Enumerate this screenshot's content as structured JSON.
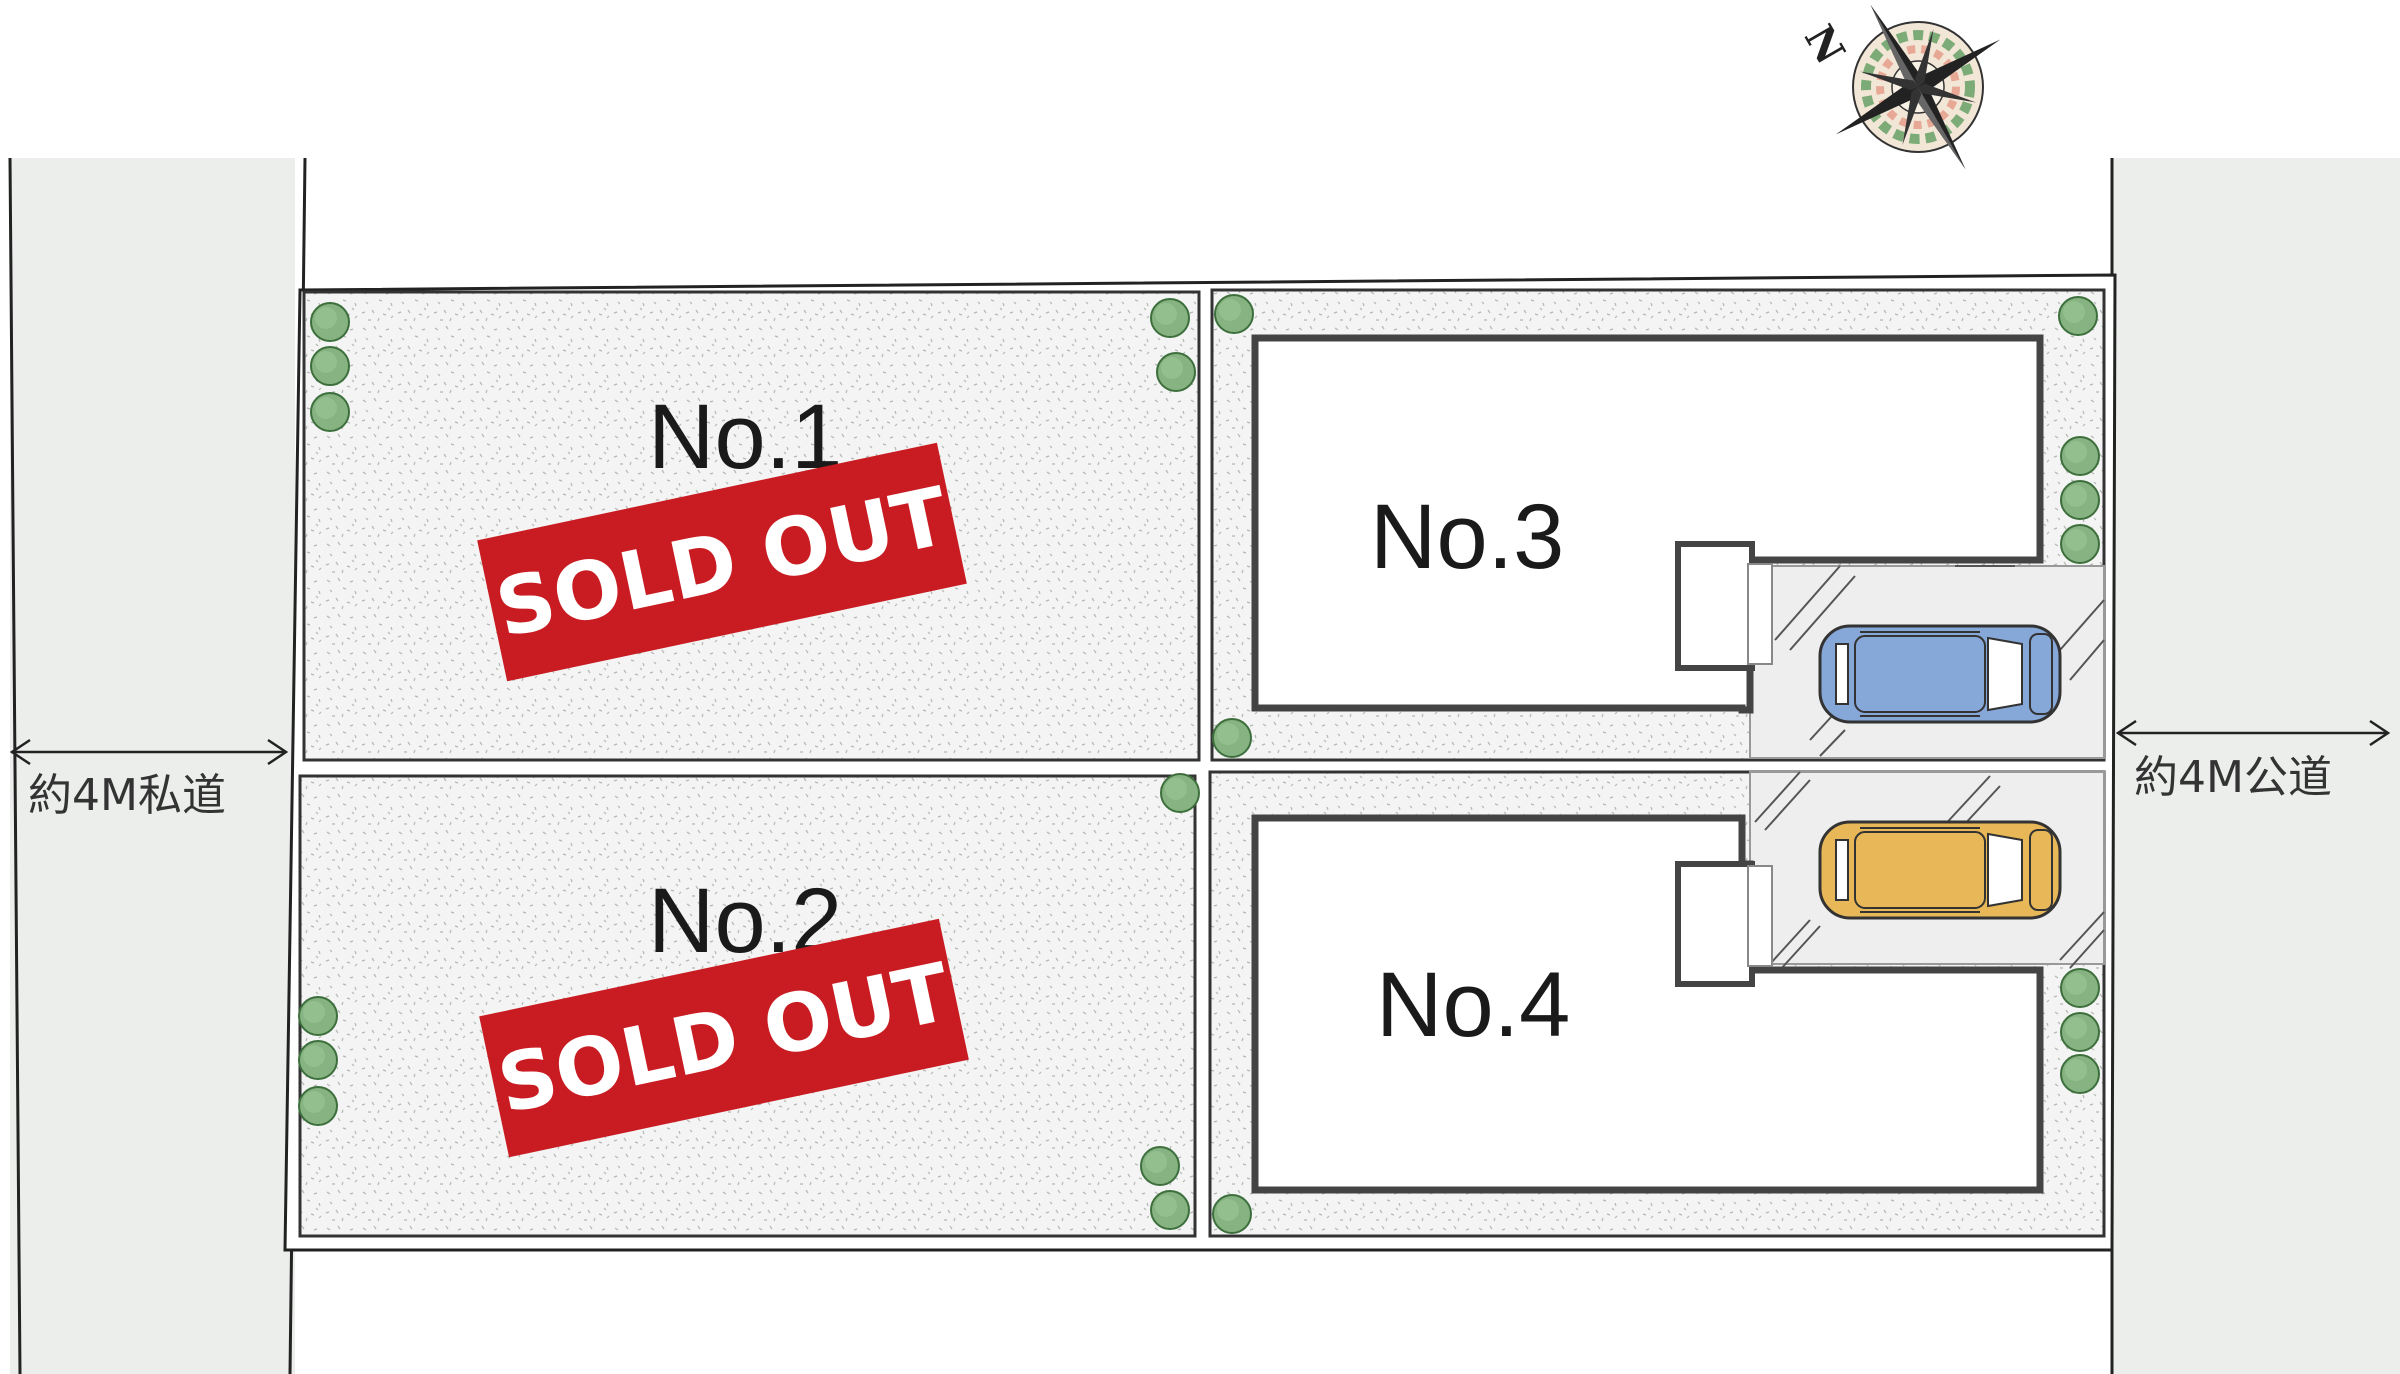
{
  "lots": [
    {
      "id": "lot-1",
      "label": "No.1",
      "status": "SOLD OUT"
    },
    {
      "id": "lot-2",
      "label": "No.2",
      "status": "SOLD OUT"
    },
    {
      "id": "lot-3",
      "label": "No.3",
      "status": ""
    },
    {
      "id": "lot-4",
      "label": "No.4",
      "status": ""
    }
  ],
  "roads": {
    "left_label": "約4M私道",
    "right_label": "約4M公道"
  },
  "compass": {
    "north_label": "N"
  },
  "cars": [
    {
      "lot": "lot-3",
      "color": "#86a8d8",
      "icon": "car-blue-icon"
    },
    {
      "lot": "lot-4",
      "color": "#e8b858",
      "icon": "car-yellow-icon"
    }
  ],
  "colors": {
    "road": "#eceeec",
    "lot_fill": "#f1f2f1",
    "sold_banner": "#c91c22",
    "tree": "#7cab78",
    "driveway": "#eeeeee"
  }
}
